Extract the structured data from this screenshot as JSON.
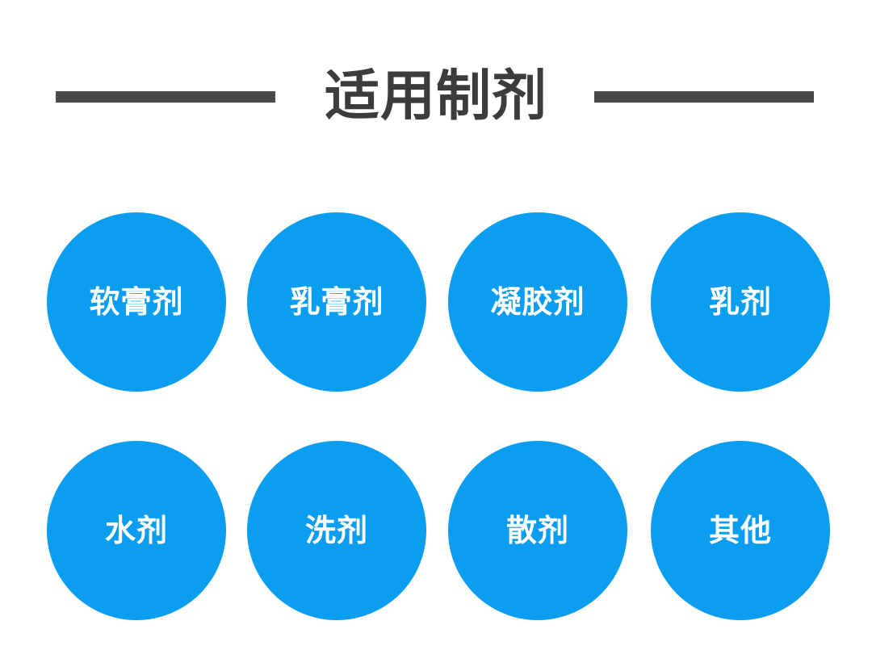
{
  "title": "适用制剂",
  "colors": {
    "title_text": "#3c3c3c",
    "rule": "#4a4a4a",
    "circle_fill": "#0a9df0",
    "circle_text": "#ffffff",
    "background": "#ffffff"
  },
  "items": [
    {
      "label": "软膏剂"
    },
    {
      "label": "乳膏剂"
    },
    {
      "label": "凝胶剂"
    },
    {
      "label": "乳剂"
    },
    {
      "label": "水剂"
    },
    {
      "label": "洗剂"
    },
    {
      "label": "散剂"
    },
    {
      "label": "其他"
    }
  ]
}
